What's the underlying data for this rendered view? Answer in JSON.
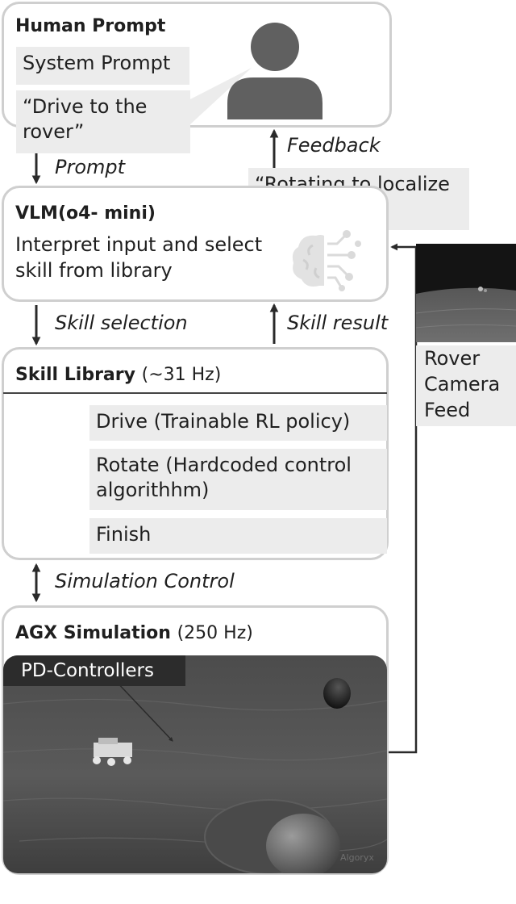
{
  "human": {
    "title": "Human Prompt",
    "system_prompt": "System Prompt",
    "quote": "“Drive to the rover”",
    "icon": "person-icon"
  },
  "vlm": {
    "title": "VLM(o4- mini)",
    "desc": "Interpret input and select skill from library",
    "icon": "brain-circuit-icon"
  },
  "skills": {
    "title": "Skill Library",
    "rate": "(~31 Hz)",
    "items": [
      "Drive (Trainable RL policy)",
      "Rotate (Hardcoded control algorithhm)",
      "Finish"
    ]
  },
  "sim": {
    "title": "AGX Simulation",
    "rate": "(250 Hz)",
    "controllers": "PD-Controllers",
    "watermark": "Algoryx"
  },
  "edges": {
    "prompt": "Prompt",
    "feedback": "Feedback",
    "feedback_quote": "“Rotating to localize the rover...”",
    "skill_selection": "Skill selection",
    "skill_result": "Skill result",
    "sim_control": "Simulation Control"
  },
  "camera": {
    "label": "Rover Camera Feed"
  },
  "colors": {
    "box_border": "#cfcfcf",
    "chip_bg": "#ececec",
    "arrow": "#2a2a2a",
    "icon": "#606060"
  }
}
